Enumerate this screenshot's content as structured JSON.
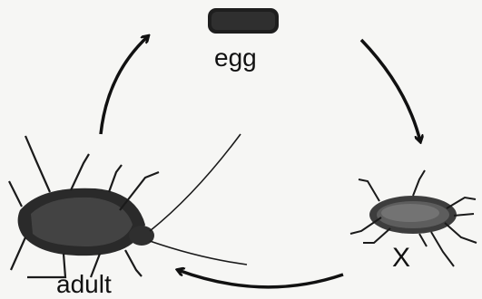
{
  "diagram": {
    "stages": [
      {
        "label": "egg"
      },
      {
        "label": "X"
      },
      {
        "label": "adult"
      }
    ],
    "colors": {
      "ink": "#111111",
      "background": "#f6f6f4"
    }
  }
}
